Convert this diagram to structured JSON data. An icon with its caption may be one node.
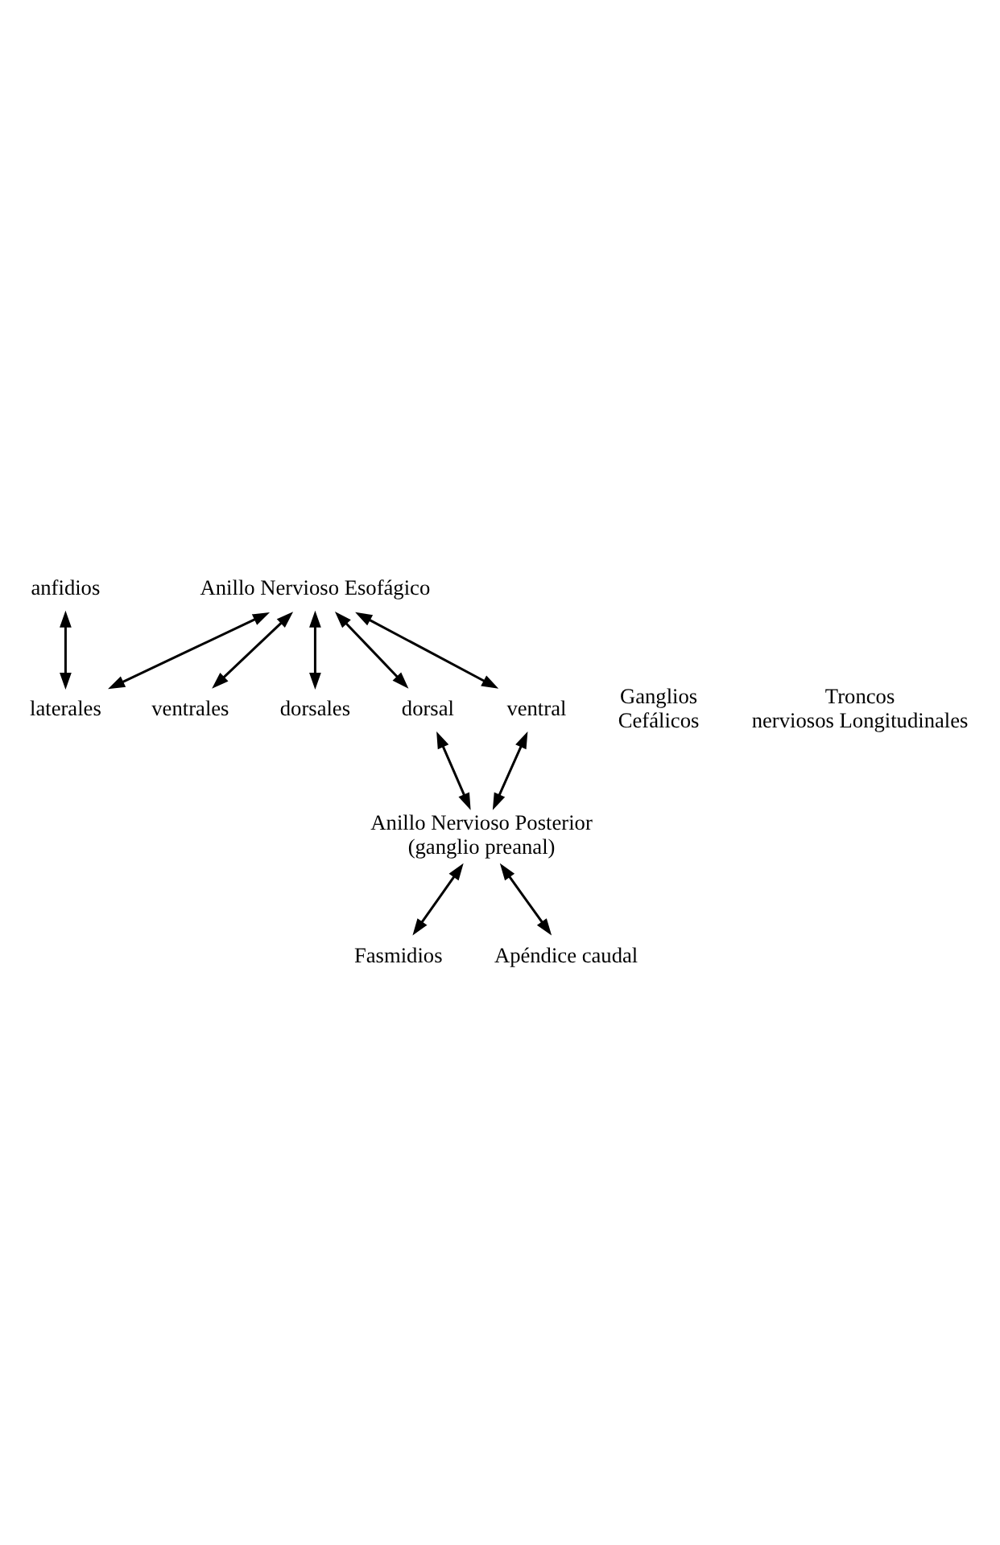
{
  "diagram": {
    "nodes": [
      {
        "text": [
          "anfidios"
        ]
      },
      {
        "text": [
          "ventrales"
        ]
      },
      {
        "text": [
          "laterales"
        ]
      },
      {
        "text": [
          "dorsales"
        ]
      },
      {
        "text": [
          "Anillo Nervioso Esofágico"
        ]
      },
      {
        "text": [
          "dorsal"
        ]
      },
      {
        "text": [
          "ventral"
        ]
      },
      {
        "text": [
          "Anillo Nervioso Posterior (ganglio preanal)"
        ]
      },
      {
        "text": [
          "Fasmidios"
        ]
      },
      {
        "text": [
          "Apéndice caudal"
        ]
      }
    ],
    "edges": [
      {
        "from": 0,
        "to": 2,
        "arrow": "both"
      },
      {
        "from": 4,
        "to": 1,
        "arrow": "both"
      },
      {
        "from": 4,
        "to": 2,
        "arrow": "both"
      },
      {
        "from": 4,
        "to": 3,
        "arrow": "both"
      },
      {
        "from": 4,
        "to": 5,
        "arrow": "both"
      },
      {
        "from": 4,
        "to": 6,
        "arrow": "both"
      },
      {
        "from": 5,
        "to": 7,
        "arrow": "both"
      },
      {
        "from": 6,
        "to": 7,
        "arrow": "both"
      },
      {
        "from": 7,
        "to": 8,
        "arrow": "both"
      },
      {
        "from": 7,
        "to": 9,
        "arrow": "both"
      }
    ],
    "labels": [
      "Ganglios Cefálicos",
      "Troncos nerviosos Longitudinales"
    ]
  }
}
